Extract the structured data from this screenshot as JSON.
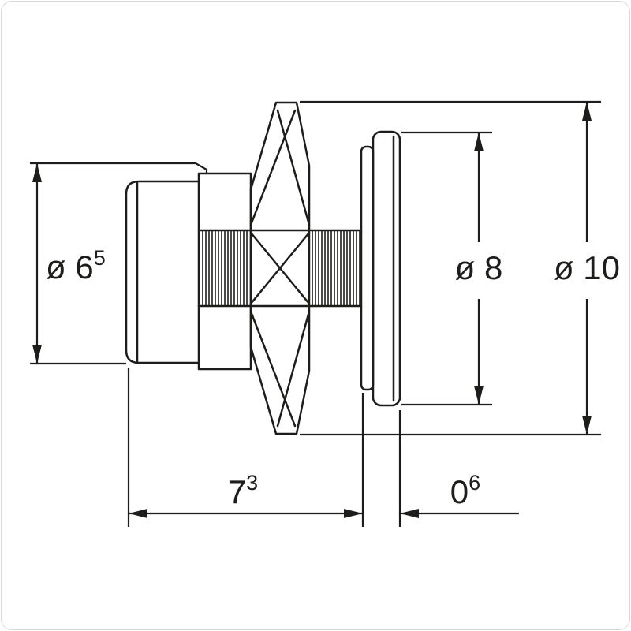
{
  "colors": {
    "line": "#1d1d1b",
    "border": "#d8d8d8",
    "background": "#ffffff"
  },
  "drawing": {
    "type": "technical-dimension-drawing",
    "subject": "concealed-flush-button-side-view",
    "dimensions": {
      "button_diameter": {
        "base": "ø 6",
        "sup": "5"
      },
      "disc_diameter": {
        "base": "ø 8",
        "sup": ""
      },
      "crown_diameter": {
        "base": "ø 10",
        "sup": ""
      },
      "installation_depth": {
        "base": "7",
        "sup": "3"
      },
      "protrusion": {
        "base": "0",
        "sup": "6"
      }
    }
  }
}
